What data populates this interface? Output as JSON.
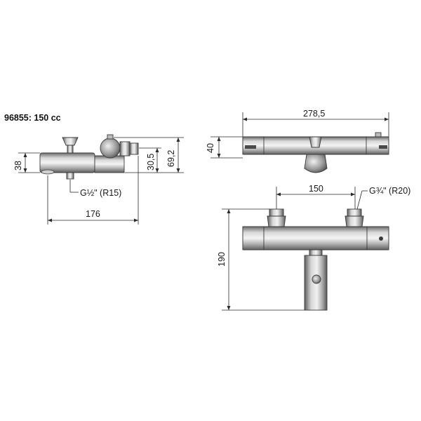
{
  "title": "96855: 150 cc",
  "side_view": {
    "dim_height_body": "38",
    "dim_inner_offset": "30,5",
    "dim_total_height": "69,2",
    "dim_length": "176",
    "thread_label": "G½\" (R15)"
  },
  "top_view": {
    "dim_length": "278,5",
    "dim_height": "40"
  },
  "front_view": {
    "dim_inlet_spacing": "150",
    "dim_height": "190",
    "thread_label": "G¾\" (R20)"
  },
  "colors": {
    "metal_light": "#e6e6e6",
    "metal_mid": "#a9a9a9",
    "metal_dark": "#5c5c5c",
    "line": "#2a2a2a"
  }
}
